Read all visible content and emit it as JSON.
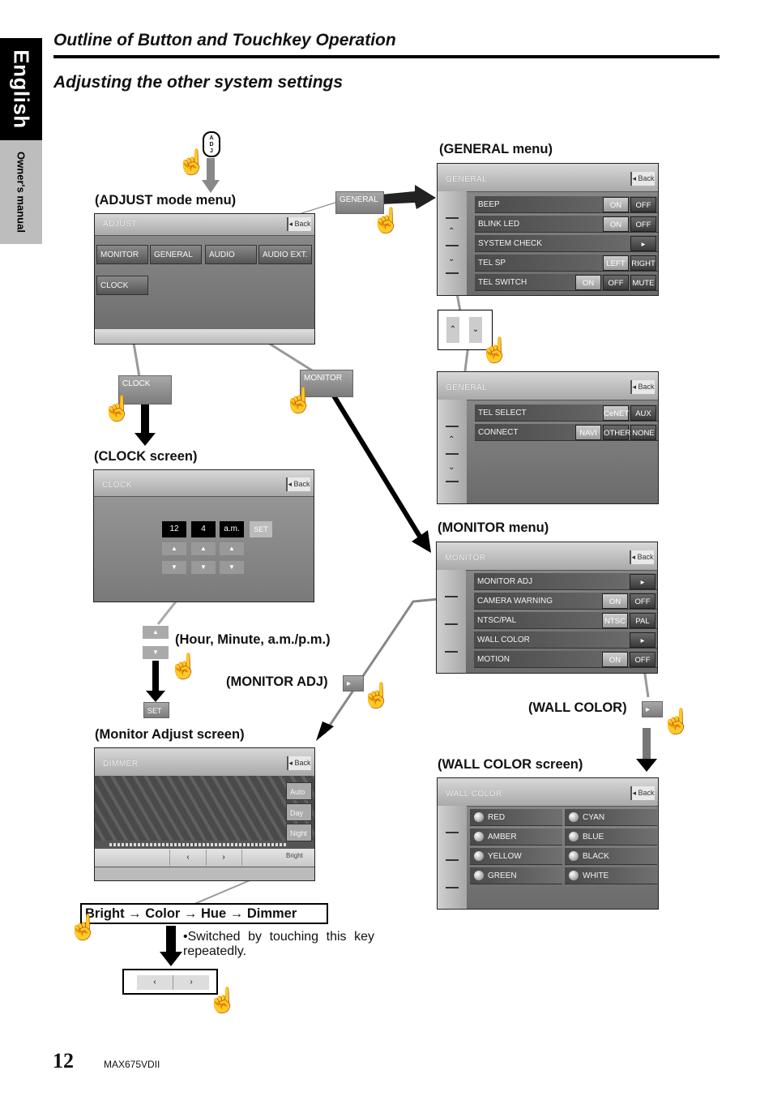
{
  "side": {
    "language": "English",
    "manual": "Owner's manual"
  },
  "header": {
    "title": "Outline of Button and Touchkey Operation",
    "subtitle": "Adjusting the other system settings"
  },
  "adj_key": "ADJ",
  "captions": {
    "adjust_menu": "(ADJUST mode menu)",
    "general_menu": "(GENERAL menu)",
    "clock_screen": "(CLOCK screen)",
    "monitor_menu": "(MONITOR menu)",
    "hour_minute": "(Hour, Minute, a.m./p.m.)",
    "monitor_adj": "(MONITOR ADJ)",
    "wall_color": "(WALL COLOR)",
    "monitor_adjust_screen": "(Monitor Adjust screen)",
    "wall_color_screen": "(WALL COLOR screen)"
  },
  "adjust_screen": {
    "title": "ADJUST",
    "back": "Back",
    "buttons": [
      "MONITOR",
      "GENERAL",
      "AUDIO",
      "AUDIO EXT.",
      "CLOCK"
    ]
  },
  "tags": {
    "general": "GENERAL",
    "clock": "CLOCK",
    "monitor": "MONITOR",
    "set": "SET"
  },
  "general_screen_1": {
    "title": "GENERAL",
    "back": "Back",
    "rows": [
      {
        "label": "BEEP",
        "opts": [
          "ON",
          "OFF"
        ]
      },
      {
        "label": "BLINK LED",
        "opts": [
          "ON",
          "OFF"
        ]
      },
      {
        "label": "SYSTEM CHECK",
        "opts": [
          "▸"
        ]
      },
      {
        "label": "TEL SP",
        "opts": [
          "LEFT",
          "RIGHT"
        ]
      },
      {
        "label": "TEL SWITCH",
        "opts": [
          "ON",
          "OFF",
          "MUTE"
        ]
      }
    ]
  },
  "general_screen_2": {
    "title": "GENERAL",
    "back": "Back",
    "rows": [
      {
        "label": "TEL SELECT",
        "opts": [
          "CeNET",
          "AUX"
        ]
      },
      {
        "label": "CONNECT",
        "opts": [
          "NAVI",
          "OTHER",
          "NONE"
        ]
      }
    ]
  },
  "clock_screen": {
    "title": "CLOCK",
    "back": "Back",
    "hour": "12",
    "minute": "4",
    "ampm": "a.m.",
    "set": "SET"
  },
  "monitor_screen": {
    "title": "MONITOR",
    "back": "Back",
    "rows": [
      {
        "label": "MONITOR ADJ",
        "opts": [
          "▸"
        ]
      },
      {
        "label": "CAMERA WARNING",
        "opts": [
          "ON",
          "OFF"
        ]
      },
      {
        "label": "NTSC/PAL",
        "opts": [
          "NTSC",
          "PAL"
        ]
      },
      {
        "label": "WALL COLOR",
        "opts": [
          "▸"
        ]
      },
      {
        "label": "MOTION",
        "opts": [
          "ON",
          "OFF"
        ]
      }
    ]
  },
  "dimmer_screen": {
    "title": "DIMMER",
    "back": "Back",
    "side_buttons": [
      "Auto",
      "Day",
      "Night"
    ],
    "bottom_label": "Bright"
  },
  "wall_screen": {
    "title": "WALL COLOR",
    "back": "Back",
    "colors": [
      "RED",
      "CYAN",
      "AMBER",
      "BLUE",
      "YELLOW",
      "BLACK",
      "GREEN",
      "WHITE"
    ]
  },
  "sequence": {
    "text": "Bright → Color → Hue → Dimmer"
  },
  "note": "•Switched by touching this key repeatedly.",
  "footer": {
    "page": "12",
    "model": "MAX675VDII"
  },
  "colors": {
    "arrow": "#000000",
    "screen": "#7a7a7a"
  }
}
